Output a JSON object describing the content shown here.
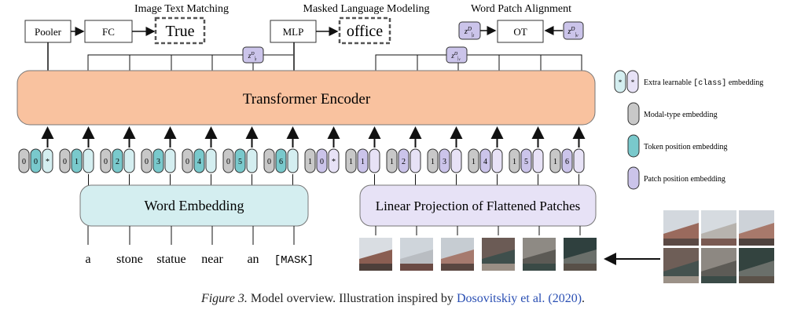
{
  "heads": {
    "itm_title": "Image Text Matching",
    "mlm_title": "Masked Language Modeling",
    "wpa_title": "Word Patch Alignment",
    "pooler": "Pooler",
    "fc": "FC",
    "itm_output": "True",
    "mlp": "MLP",
    "mlm_output": "office",
    "ot": "OT",
    "z_text": "z",
    "z_sup": "D",
    "z_sub_text": "t",
    "z_sub_visual": "v"
  },
  "encoder": {
    "label": "Transformer Encoder"
  },
  "text_tokens": [
    {
      "left": "0",
      "right": "0",
      "last": "*"
    },
    {
      "left": "0",
      "right": "1"
    },
    {
      "left": "0",
      "right": "2"
    },
    {
      "left": "0",
      "right": "3"
    },
    {
      "left": "0",
      "right": "4"
    },
    {
      "left": "0",
      "right": "5"
    },
    {
      "left": "0",
      "right": "6"
    }
  ],
  "image_tokens": [
    {
      "left": "1",
      "right": "0",
      "last": "*"
    },
    {
      "left": "1",
      "right": "1"
    },
    {
      "left": "1",
      "right": "2"
    },
    {
      "left": "1",
      "right": "3"
    },
    {
      "left": "1",
      "right": "4"
    },
    {
      "left": "1",
      "right": "5"
    },
    {
      "left": "1",
      "right": "6"
    }
  ],
  "word_embedding": {
    "label": "Word Embedding"
  },
  "patch_projection": {
    "label": "Linear Projection of Flattened Patches"
  },
  "words": [
    "a",
    "stone",
    "statue",
    "near",
    "an",
    "[MASK]"
  ],
  "legend": [
    {
      "text_before": "Extra learnable ",
      "text_code": "[class]",
      "text_after": " embedding",
      "glyph": "*"
    },
    {
      "text_before": "Modal-type embedding"
    },
    {
      "text_before": "Token position embedding"
    },
    {
      "text_before": "Patch position embedding"
    }
  ],
  "colors": {
    "modal": "#c8c8c8",
    "token_pos": "#79c9cc",
    "patch_pos": "#cbc4ea",
    "encoder": "#f9c29f",
    "word_embed": "#d4eef0",
    "patch_proj": "#e7e2f6"
  },
  "caption": {
    "fig": "Figure 3.",
    "text": " Model overview. Illustration inspired by ",
    "cite": "Dosovitskiy et al. (2020)",
    "end": "."
  }
}
